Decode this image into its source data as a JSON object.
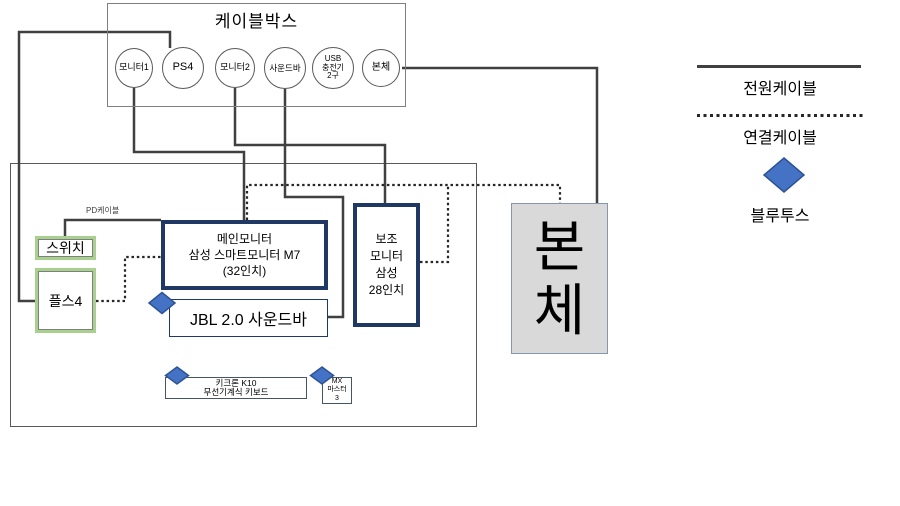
{
  "colors": {
    "navy_border": "#1f3864",
    "green_border": "#a9d18e",
    "bluetooth_diamond": "#4472c4",
    "diamond_outline": "#2e5395",
    "pc_box_fill": "#d9d9d9",
    "power_line": "#404040",
    "connection_line": "#262626"
  },
  "cable_box": {
    "title": "케이블박스",
    "ports": [
      {
        "name": "monitor1",
        "lines": [
          "모니터1"
        ]
      },
      {
        "name": "ps4",
        "lines": [
          "PS4"
        ]
      },
      {
        "name": "monitor2",
        "lines": [
          "모니터2"
        ]
      },
      {
        "name": "soundbar",
        "lines": [
          "사운드바"
        ]
      },
      {
        "name": "usb-charger",
        "lines": [
          "USB",
          "충전기",
          "2구"
        ]
      },
      {
        "name": "pc",
        "lines": [
          "본체"
        ]
      }
    ]
  },
  "legend": {
    "power_label": "전원케이블",
    "connection_label": "연결케이블",
    "bluetooth_label": "블루투스"
  },
  "labels": {
    "pd_cable": "PD케이블"
  },
  "devices": {
    "switch": {
      "label": "스위치"
    },
    "ps4": {
      "label": "플스4"
    },
    "main_monitor": {
      "lines": [
        "메인모니터",
        "삼성 스마트모니터 M7",
        "(32인치)"
      ]
    },
    "jbl_soundbar": {
      "label": "JBL 2.0 사운드바"
    },
    "secondary_monitor": {
      "lines": [
        "보조",
        "모니터",
        "삼성",
        "28인치"
      ]
    },
    "keyboard": {
      "lines": [
        "키크론 K10",
        "무선기계식 키보드"
      ]
    },
    "mouse": {
      "lines": [
        "MX",
        "마스터",
        "3"
      ]
    },
    "pc": {
      "lines": [
        "본",
        "체"
      ]
    }
  },
  "connections": [
    {
      "from": "케이블박스 PS4",
      "to": "플스4",
      "type": "전원케이블"
    },
    {
      "from": "케이블박스 모니터1",
      "to": "메인모니터",
      "type": "전원케이블"
    },
    {
      "from": "케이블박스 모니터2",
      "to": "보조모니터",
      "type": "전원케이블"
    },
    {
      "from": "케이블박스 사운드바",
      "to": "JBL 2.0 사운드바",
      "type": "전원케이블"
    },
    {
      "from": "케이블박스 본체",
      "to": "본체",
      "type": "전원케이블"
    },
    {
      "from": "스위치",
      "to": "메인모니터",
      "type": "PD케이블"
    },
    {
      "from": "플스4",
      "to": "메인모니터",
      "type": "연결케이블"
    },
    {
      "from": "메인모니터",
      "to": "본체",
      "type": "연결케이블"
    },
    {
      "from": "보조모니터",
      "to": "본체",
      "type": "연결케이블"
    },
    {
      "from": "JBL 2.0 사운드바",
      "to": "본체",
      "type": "블루투스"
    },
    {
      "from": "키크론 K10 무선기계식 키보드",
      "to": "본체",
      "type": "블루투스"
    },
    {
      "from": "MX 마스터 3",
      "to": "본체",
      "type": "블루투스"
    }
  ]
}
